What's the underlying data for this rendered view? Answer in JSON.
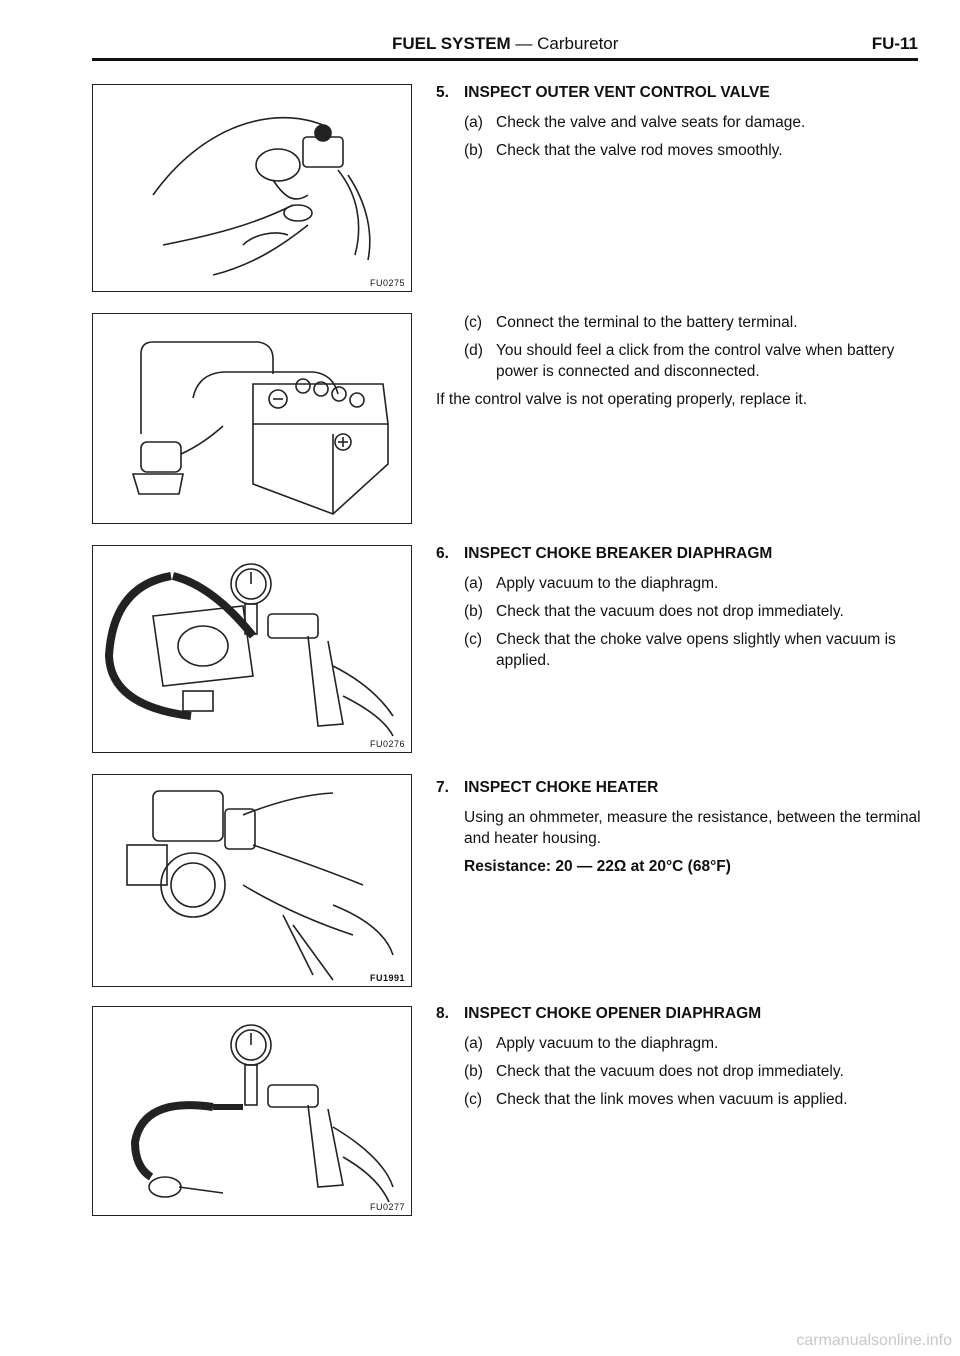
{
  "header": {
    "title_bold": "FUEL SYSTEM",
    "title_rest": " — Carburetor",
    "page_number": "FU-11"
  },
  "figures": [
    {
      "code": "FU0275"
    },
    {
      "code": ""
    },
    {
      "code": "FU0276"
    },
    {
      "code": "FU1991"
    },
    {
      "code": "FU0277"
    }
  ],
  "sections": {
    "s5": {
      "number": "5.",
      "title": "INSPECT OUTER VENT CONTROL VALVE",
      "items": [
        {
          "label": "(a)",
          "text": "Check the valve and valve seats for damage."
        },
        {
          "label": "(b)",
          "text": "Check that the valve rod moves smoothly."
        },
        {
          "label": "(c)",
          "text": "Connect the terminal to the battery terminal."
        },
        {
          "label": "(d)",
          "text": "You should feel a click from the control valve when battery power is connected and disconnected."
        }
      ],
      "note": "If the control valve is not operating properly, replace it."
    },
    "s6": {
      "number": "6.",
      "title": "INSPECT CHOKE BREAKER DIAPHRAGM",
      "items": [
        {
          "label": "(a)",
          "text": "Apply vacuum to the diaphragm."
        },
        {
          "label": "(b)",
          "text": "Check that the vacuum does not drop immediately."
        },
        {
          "label": "(c)",
          "text": "Check that the choke valve opens slightly when vacuum is applied."
        }
      ]
    },
    "s7": {
      "number": "7.",
      "title": "INSPECT CHOKE HEATER",
      "body": "Using an ohmmeter, measure the resistance, between the terminal and heater housing.",
      "spec": "Resistance:  20 — 22Ω at 20°C (68°F)"
    },
    "s8": {
      "number": "8.",
      "title": "INSPECT CHOKE OPENER DIAPHRAGM",
      "items": [
        {
          "label": "(a)",
          "text": "Apply vacuum to the diaphragm."
        },
        {
          "label": "(b)",
          "text": "Check that the vacuum does not drop immediately."
        },
        {
          "label": "(c)",
          "text": "Check that the link moves when vacuum is applied."
        }
      ]
    }
  },
  "watermark": "carmanualsonline.info"
}
